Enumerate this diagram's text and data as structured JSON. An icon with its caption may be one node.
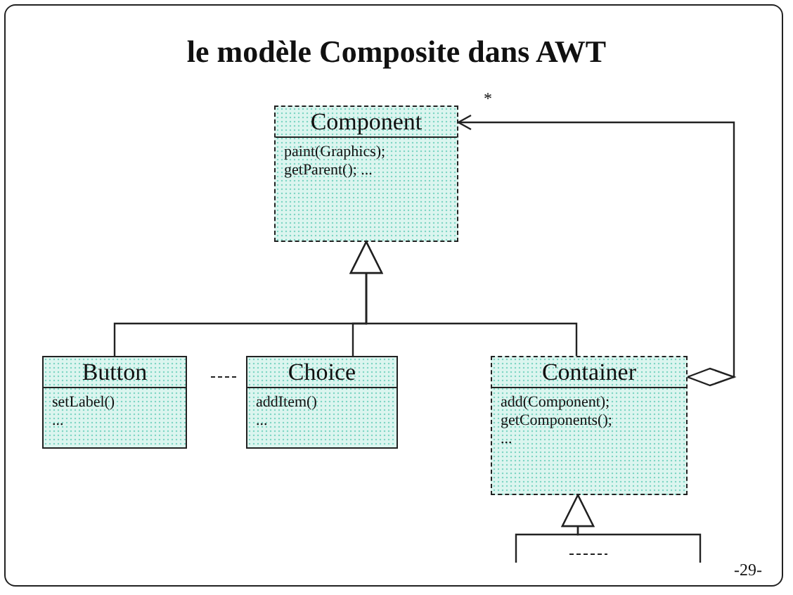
{
  "diagram": {
    "title": "le modèle Composite dans AWT",
    "nodes": [
      {
        "text": [
          "Component",
          "paint(Graphics); getParent(); ..."
        ]
      },
      {
        "text": [
          "Button",
          "setLabel() ..."
        ]
      },
      {
        "text": [
          "Choice",
          "addItem() ..."
        ]
      },
      {
        "text": [
          "Container",
          "add(Component); getComponents(); ..."
        ]
      }
    ],
    "edges": [
      {
        "from": 1,
        "to": 0,
        "arrow": "to"
      },
      {
        "from": 2,
        "to": 0,
        "arrow": "to"
      },
      {
        "from": 3,
        "to": 0,
        "arrow": "to"
      },
      {
        "from": 3,
        "to": 0,
        "arrow": "to",
        "label": "*"
      },
      {
        "from": null,
        "to": 3,
        "arrow": "to"
      },
      {
        "from": null,
        "to": 3,
        "arrow": "to"
      }
    ],
    "labels": [
      "-29-"
    ]
  }
}
